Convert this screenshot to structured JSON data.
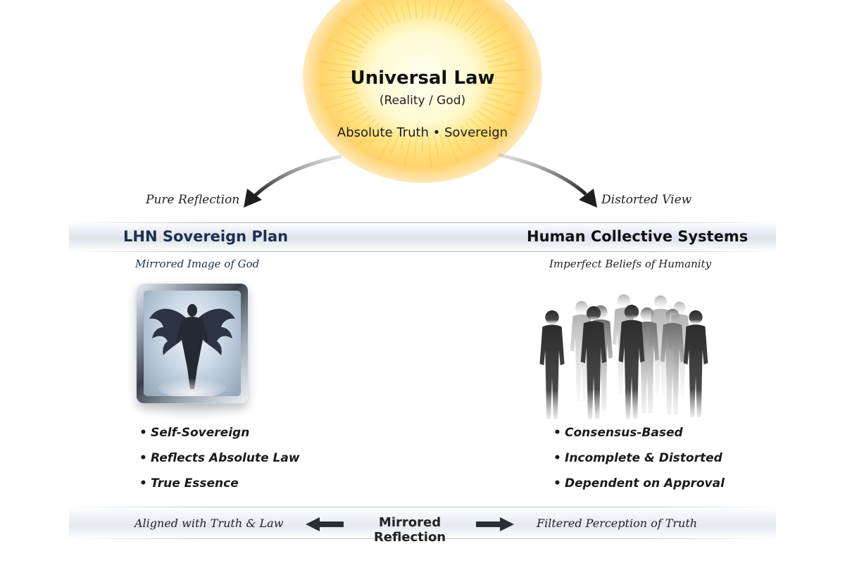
{
  "source": {
    "title": "Universal Law",
    "subtitle": "(Reality / God)",
    "tagline": "Absolute Truth • Sovereign"
  },
  "arrows": {
    "left_label": "Pure Reflection",
    "right_label": "Distorted View"
  },
  "left_column": {
    "title": "LHN Sovereign Plan",
    "subtitle": "Mirrored Image of God",
    "image": "winged-figure-in-mirror",
    "points": [
      "Self-Sovereign",
      "Reflects Absolute Law",
      "True Essence"
    ]
  },
  "right_column": {
    "title": "Human Collective Systems",
    "subtitle": "Imperfect Beliefs of Humanity",
    "image": "crowd-silhouettes",
    "points": [
      "Consensus-Based",
      "Incomplete & Distorted",
      "Dependent on Approval"
    ]
  },
  "footer": {
    "left": "Aligned with Truth & Law",
    "center": "Mirrored Reflection",
    "right": "Filtered Perception of Truth"
  },
  "colors": {
    "title_navy": "#1d2f4f",
    "sun_core": "#fff6c8",
    "sun_edge": "#ffc23c",
    "arrow": "#1e1e1e"
  }
}
